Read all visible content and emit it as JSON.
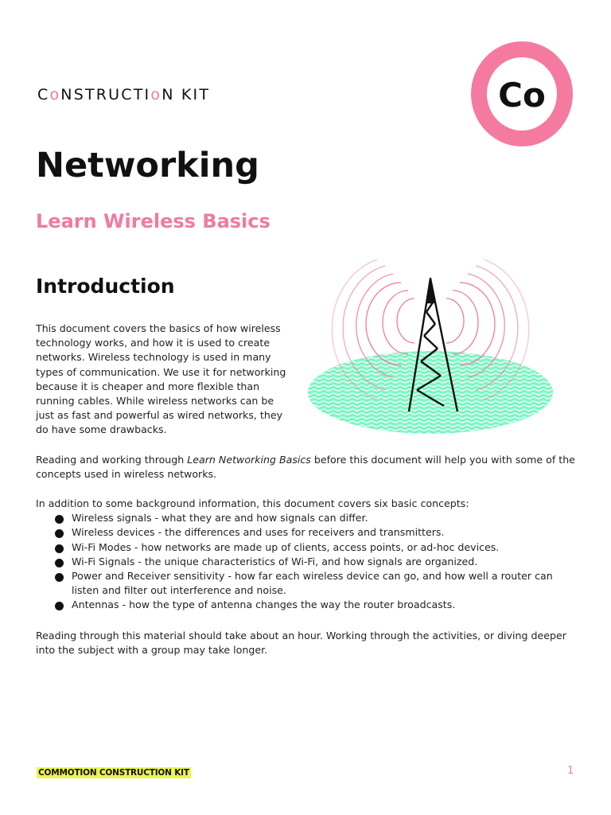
{
  "brand": {
    "segments": [
      "C",
      "o",
      "NSTRUCTI",
      "o",
      "N KIT"
    ],
    "logo_text": "Co",
    "accent_color": "#f07aa0"
  },
  "title": "Networking",
  "subtitle": "Learn Wireless Basics",
  "intro": {
    "heading": "Introduction",
    "paragraph": "This document covers the basics of how wireless technology works, and how it is used to create networks. Wireless technology is used in many types of communication. We use it for networking because it is cheaper and more flexible than running cables. While wireless networks can be just as fast and powerful as wired networks, they do have some drawbacks."
  },
  "reading": {
    "before": "Reading and working through ",
    "emphasis": "Learn Networking Basics",
    "after": " before this document will help you with some of the concepts used in wireless networks."
  },
  "concepts": {
    "lead": "In addition to some background information, this document covers six basic concepts:",
    "items": [
      "Wireless signals - what they are and how signals can differ.",
      "Wireless devices - the differences and uses for receivers and transmitters.",
      "Wi-Fi Modes - how networks are made up of clients, access points, or ad-hoc devices.",
      "Wi-Fi Signals - the unique characteristics of Wi-Fi, and how signals are organized.",
      "Power and Receiver sensitivity - how far each wireless device can go, and how well a router can listen and filter out interference and noise.",
      "Antennas - how the type of antenna changes the way the router broadcasts."
    ]
  },
  "closing": "Reading through this material should take about an hour. Working through the activities, or diving deeper into the subject with a group may take longer.",
  "footer": {
    "tag": "COMMOTION CONSTRUCTION KIT",
    "page": "1",
    "tag_color": "#e9f54a"
  },
  "illustration": {
    "tower_icon": "radio-tower-icon",
    "ground_color": "#5ef0b0",
    "signal_color": "#f07aa0"
  }
}
